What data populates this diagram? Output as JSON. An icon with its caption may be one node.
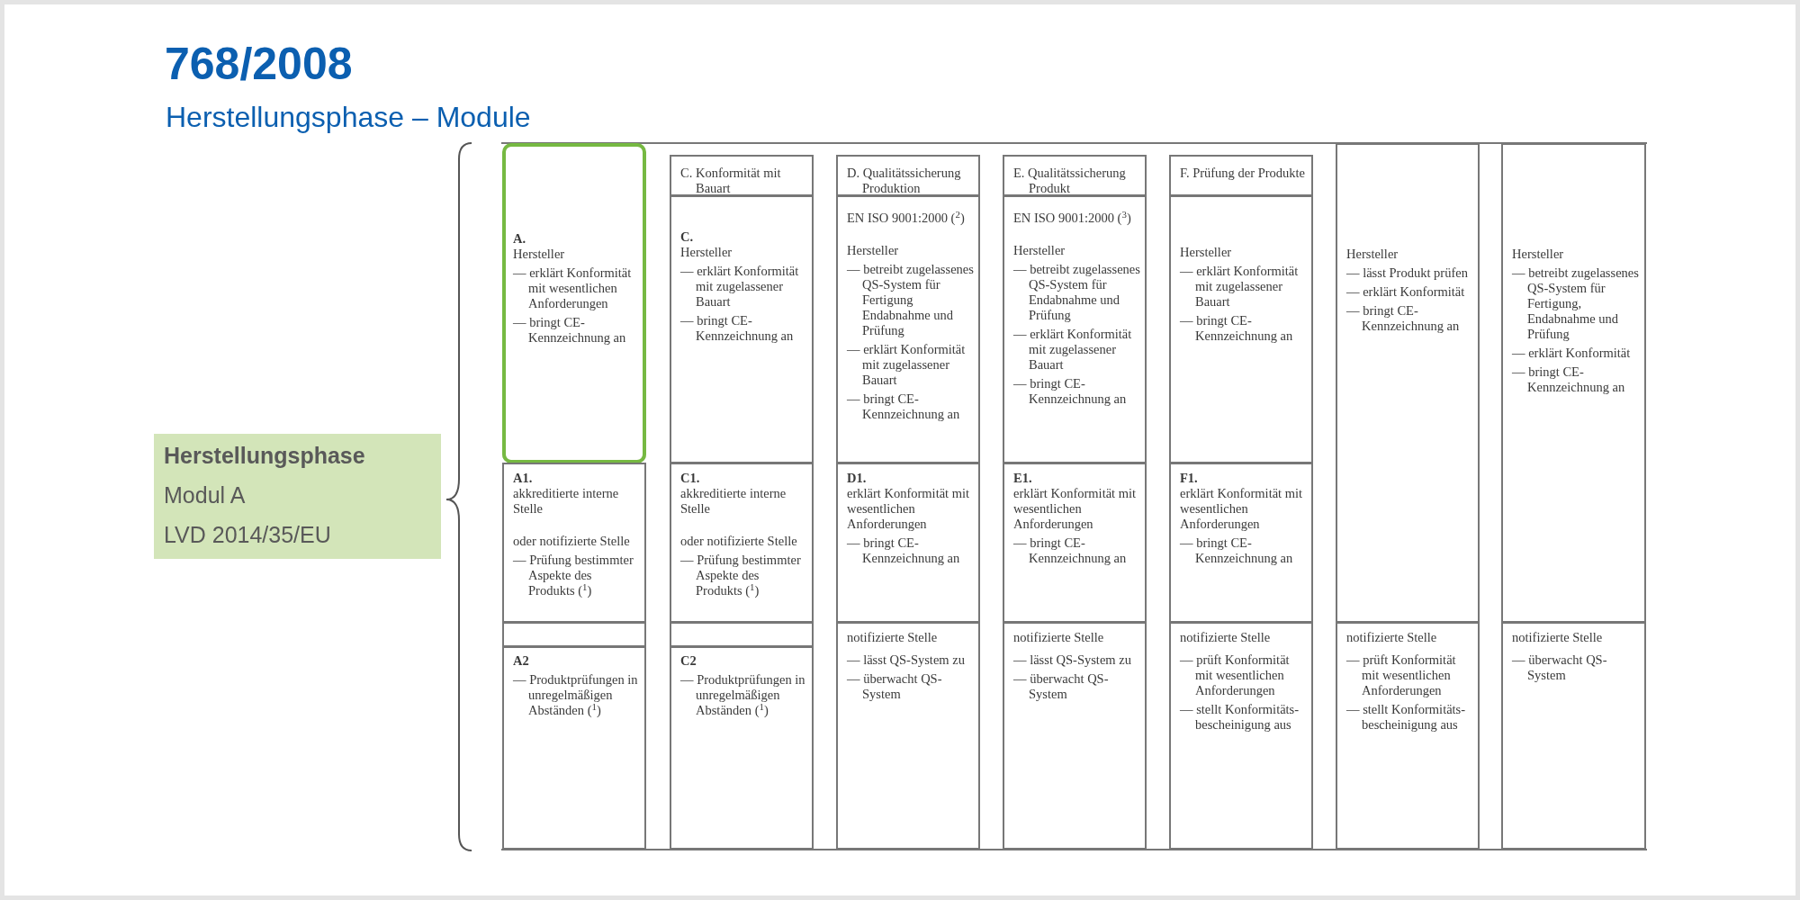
{
  "diagram": {
    "title": "768/2008",
    "nodes": [
      {
        "text": [
          "Herstellungsphase",
          "Modul A",
          "LVD 2014/35/EU"
        ]
      },
      {
        "text": [
          "A.",
          "Hersteller",
          "— erklärt Konformität mit wesentlichen Anforderungen",
          "— bringt CE-Kennzeichnung an"
        ]
      },
      {
        "text": [
          "C. Konformität mit Bauart"
        ]
      },
      {
        "text": [
          "D. Qualitätssicherung Produktion"
        ]
      },
      {
        "text": [
          "E. Qualitätssicherung Produkt"
        ]
      },
      {
        "text": [
          "F. Prüfung der Produkte"
        ]
      },
      {
        "text": [
          "Hersteller",
          "— lässt Produkt prüfen",
          "— erklärt Konformität",
          "— bringt CE-Kennzeichnung an"
        ]
      },
      {
        "text": [
          "Hersteller",
          "— betreibt zugelassenes QS-System für Fertigung, Endabnahme und Prüfung",
          "— erklärt Konformität",
          "— bringt CE-Kennzeichnung an"
        ]
      },
      {
        "text": [
          "C.",
          "Hersteller",
          "— erklärt Konformität mit zugelassener Bauart",
          "— bringt CE-Kennzeichnung an"
        ]
      },
      {
        "text": [
          "EN ISO 9001:2000 ($^{2}$)",
          "Hersteller",
          "— betreibt zugelassenes QS-System für Fertigung Endabnahme und Prüfung",
          "— erklärt Konformität mit zugelassener Bauart",
          "— bringt CE-Kennzeichnung an"
        ]
      },
      {
        "text": [
          "EN ISO 9001:2000 ($^{3}$)",
          "Hersteller",
          "— betreibt zugelassenes QS-System für Endabnahme und Prüfung",
          "— erklärt Konformität mit zugelassener Bauart",
          "— bringt CE-Kennzeichnung an"
        ]
      },
      {
        "text": [
          "Hersteller",
          "— erklärt Konformität mit zugelassener Bauart",
          "— bringt CE-Kennzeichnung an"
        ]
      },
      {
        "text": [
          "A1.",
          "akkreditierte interne Stelle",
          "oder notifizierte Stelle",
          "— Prüfung bestimmter Aspekte des Produkts ($^{1}$)"
        ]
      },
      {
        "text": [
          "C1.",
          "akkreditierte interne Stelle",
          "oder notifizierte Stelle",
          "— Prüfung bestimmter Aspekte des Produkts ($^{1}$)"
        ]
      },
      {
        "text": [
          "D1.",
          "erklärt Konformität mit wesentlichen Anforderungen",
          "— bringt CE-Kennzeichnung an"
        ]
      },
      {
        "text": [
          "E1.",
          "erklärt Konformität mit wesentlichen Anforderungen",
          "— bringt CE-Kennzeichnung an"
        ]
      },
      {
        "text": [
          "F1.",
          "erklärt Konformität mit wesentlichen Anforderungen",
          "— bringt CE-Kennzeichnung an"
        ]
      },
      {
        "text": [],
        "shape": "box"
      },
      {
        "text": [],
        "shape": "box"
      },
      {
        "text": [
          "A2",
          "— Produktprüfungen in unregelmäßigen Abständen ($^{1}$)"
        ]
      },
      {
        "text": [
          "C2",
          "— Produktprüfungen in unregelmäßigen Abständen ($^{1}$)"
        ]
      },
      {
        "text": [
          "notifizierte Stelle",
          "— lässt QS-System zu",
          "— überwacht QS-System"
        ]
      },
      {
        "text": [
          "notifizierte Stelle",
          "— lässt QS-System zu",
          "— überwacht QS-System"
        ]
      },
      {
        "text": [
          "notifizierte Stelle",
          "— prüft Konformität mit wesentlichen Anforderungen",
          "— stellt Konformitäts-bescheinigung aus"
        ]
      },
      {
        "text": [
          "notifizierte Stelle",
          "— prüft Konformität mit wesentlichen Anforderungen",
          "— stellt Konformitäts-bescheinigung aus"
        ]
      },
      {
        "text": [
          "notifizierte Stelle",
          "— überwacht QS-System"
        ]
      }
    ],
    "labels": [
      "Herstellungsphase – Module"
    ]
  }
}
